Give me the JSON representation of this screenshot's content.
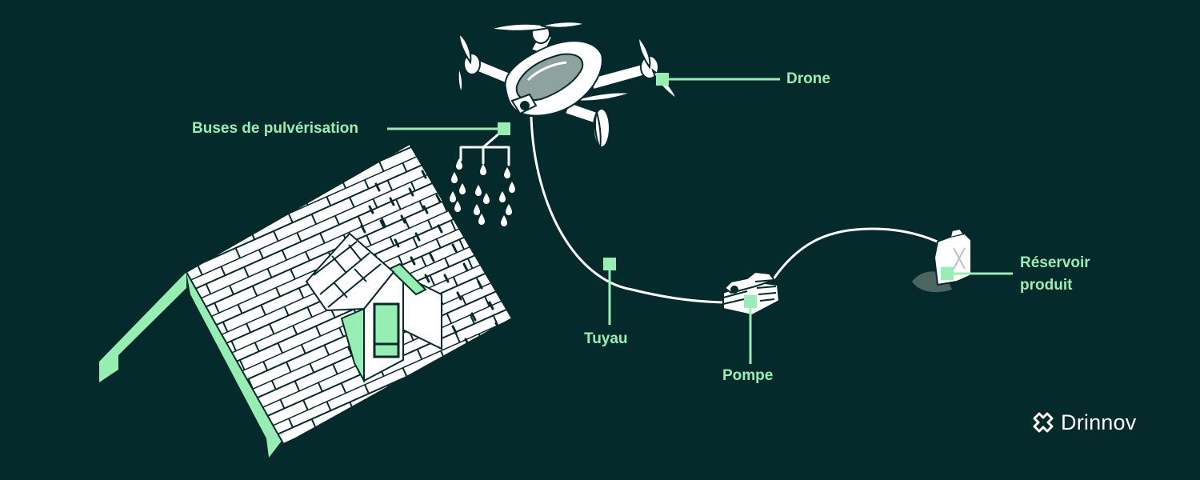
{
  "labels": {
    "drone": "Drone",
    "nozzles": "Buses de pulvérisation",
    "hose": "Tuyau",
    "pump": "Pompe",
    "tank_line1": "Réservoir",
    "tank_line2": "produit"
  },
  "brand": {
    "name": "Drinnov",
    "logo_icon": "drinnov-logo-icon"
  },
  "colors": {
    "background": "#042a2b",
    "accent": "#97eeb3",
    "line_art": "#ffffff"
  }
}
